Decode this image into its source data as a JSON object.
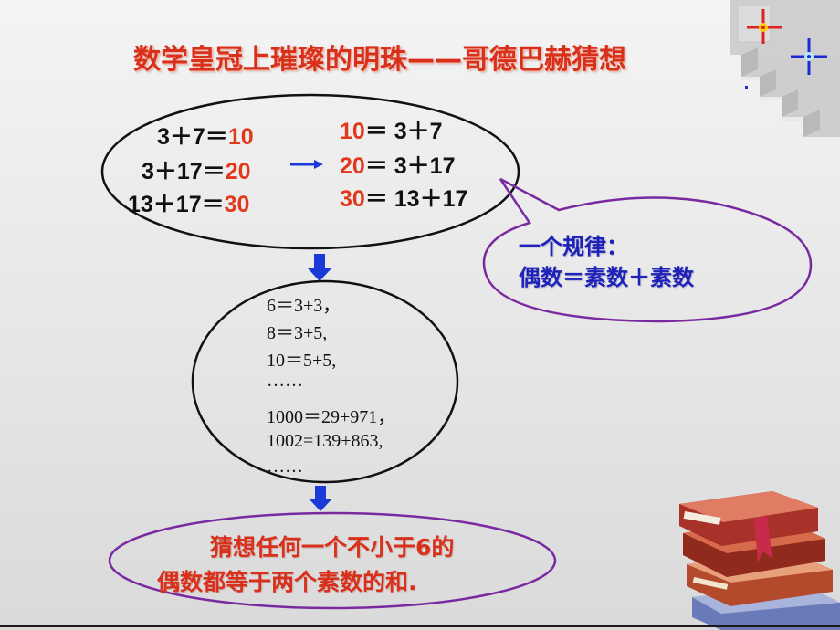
{
  "slide": {
    "title": "数学皇冠上璀璨的明珠——哥德巴赫猜想",
    "examples_left": [
      {
        "lhs": "3＋7＝",
        "result": "10"
      },
      {
        "lhs": "3＋17＝",
        "result": "20"
      },
      {
        "lhs": "13＋17＝",
        "result": "30"
      }
    ],
    "examples_right": [
      {
        "even": "10",
        "rhs": "＝ 3＋7"
      },
      {
        "even": "20",
        "rhs": "＝ 3＋17"
      },
      {
        "even": "30",
        "rhs": "＝ 13＋17"
      }
    ],
    "rule": {
      "line1": "一个规律：",
      "line2": "偶数＝素数＋素数"
    },
    "more_examples": [
      "6＝3+3，",
      "8＝3+5,",
      "10＝5+5,",
      "……",
      "1000＝29+971，",
      "1002=139+863,",
      "……"
    ],
    "conjecture": {
      "line1": "猜想任何一个不小于6的",
      "line2": "偶数都等于两个素数的和."
    }
  },
  "colors": {
    "title": "#d9301c",
    "result_numbers": "#e2391c",
    "rule_text": "#1e22b8",
    "arrow": "#1a3ad8",
    "oval_stroke_black": "#111111",
    "oval_stroke_purple": "#7a2aa0"
  },
  "icons": [
    "staircase-decoration",
    "sparkle-icon",
    "book-stack-icon",
    "arrow-right-icon",
    "arrow-down-icon"
  ]
}
